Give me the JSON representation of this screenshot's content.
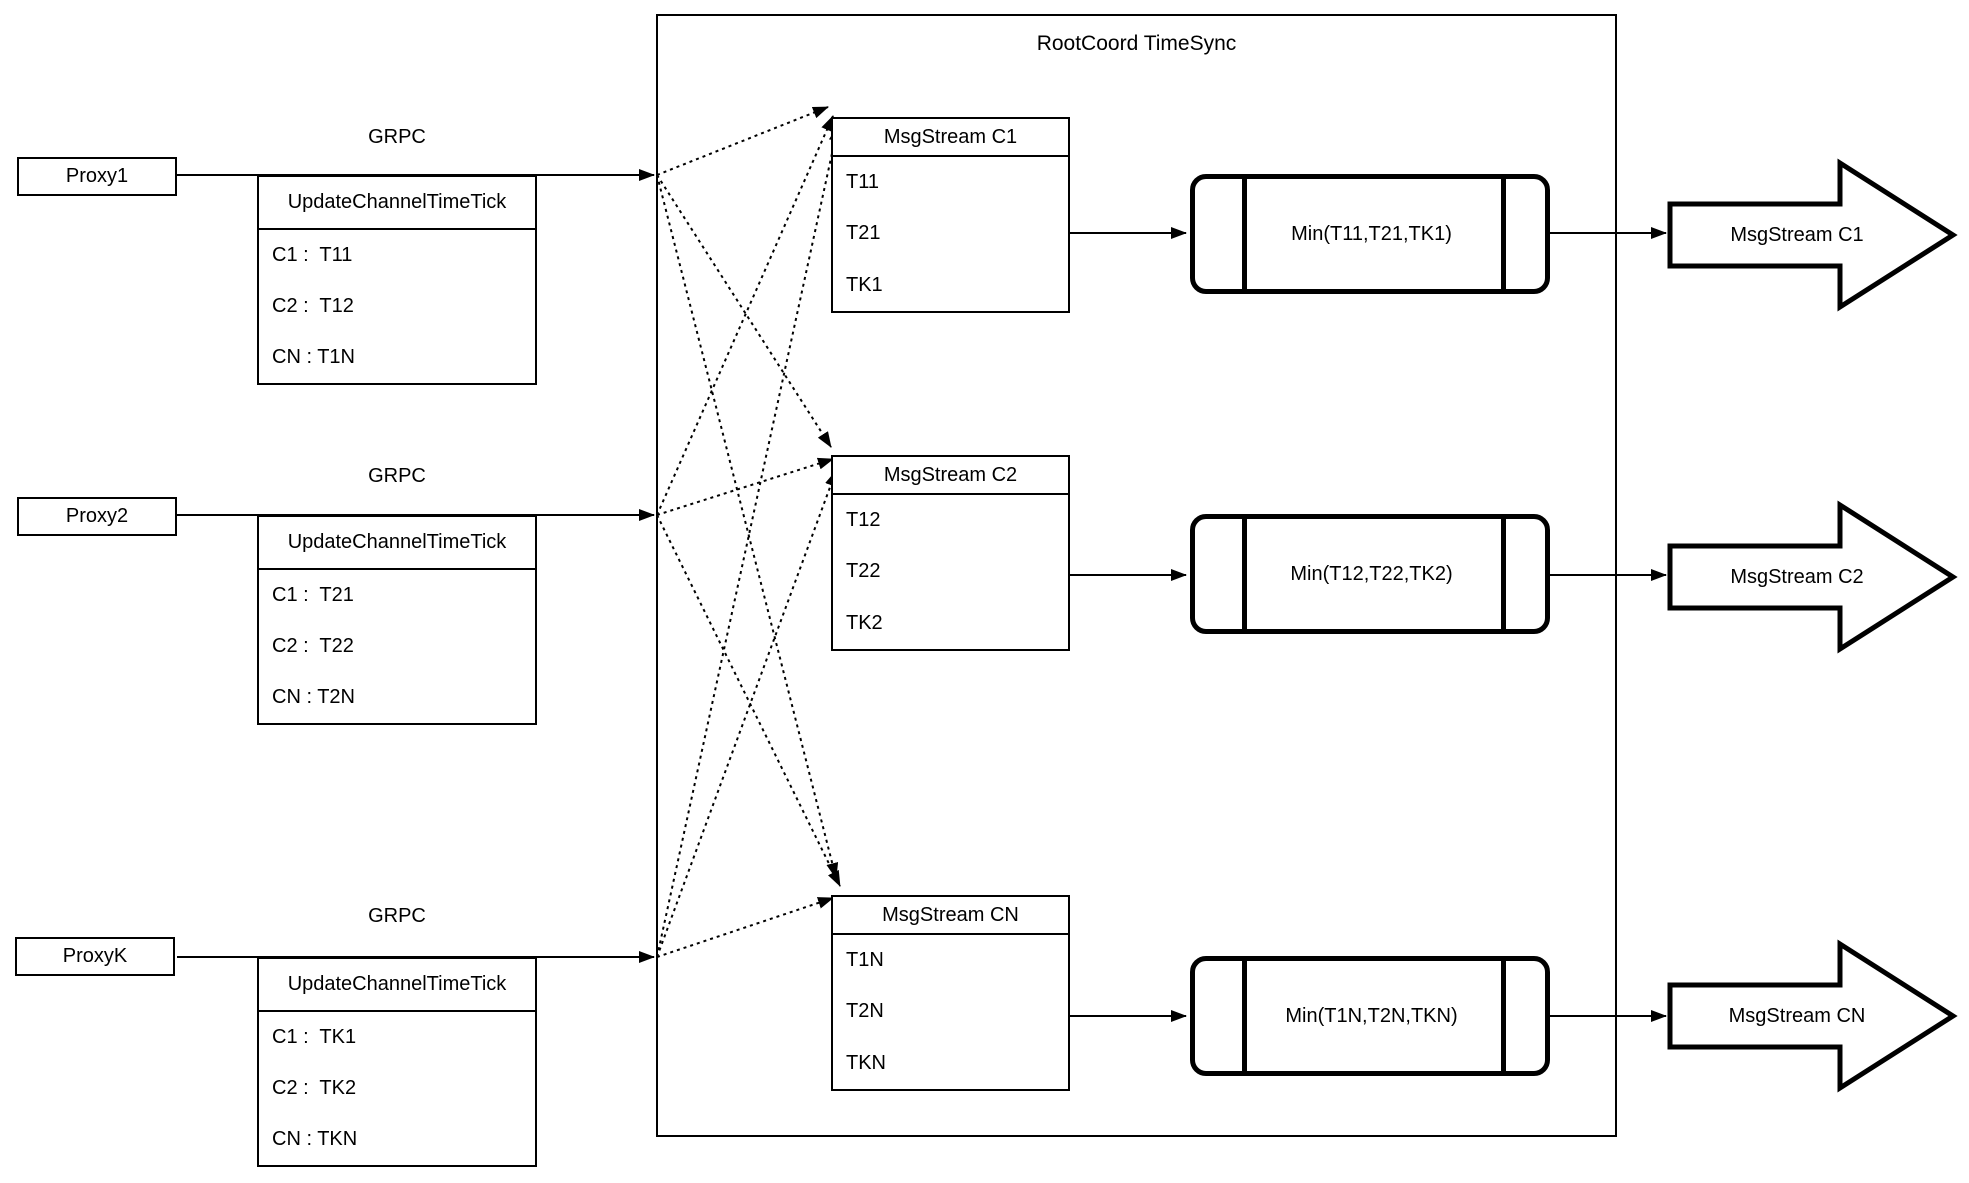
{
  "title": "RootCoord TimeSync",
  "colors": {
    "ink": "#000000",
    "background": "#ffffff"
  },
  "proxies": [
    {
      "name": "Proxy1",
      "protocol": "GRPC",
      "message": {
        "header": "UpdateChannelTimeTick",
        "rows": [
          "C1 :  T11",
          "C2 :  T12",
          "CN : T1N"
        ]
      }
    },
    {
      "name": "Proxy2",
      "protocol": "GRPC",
      "message": {
        "header": "UpdateChannelTimeTick",
        "rows": [
          "C1 :  T21",
          "C2 :  T22",
          "CN : T2N"
        ]
      }
    },
    {
      "name": "ProxyK",
      "protocol": "GRPC",
      "message": {
        "header": "UpdateChannelTimeTick",
        "rows": [
          "C1 :  TK1",
          "C2 :  TK2",
          "CN : TKN"
        ]
      }
    }
  ],
  "streams": [
    {
      "header": "MsgStream C1",
      "ticks": [
        "T11",
        "T21",
        "TK1"
      ],
      "min": "Min(T11,T21,TK1)",
      "output": "MsgStream C1"
    },
    {
      "header": "MsgStream C2",
      "ticks": [
        "T12",
        "T22",
        "TK2"
      ],
      "min": "Min(T12,T22,TK2)",
      "output": "MsgStream C2"
    },
    {
      "header": "MsgStream CN",
      "ticks": [
        "T1N",
        "T2N",
        "TKN"
      ],
      "min": "Min(T1N,T2N,TKN)",
      "output": "MsgStream CN"
    }
  ]
}
